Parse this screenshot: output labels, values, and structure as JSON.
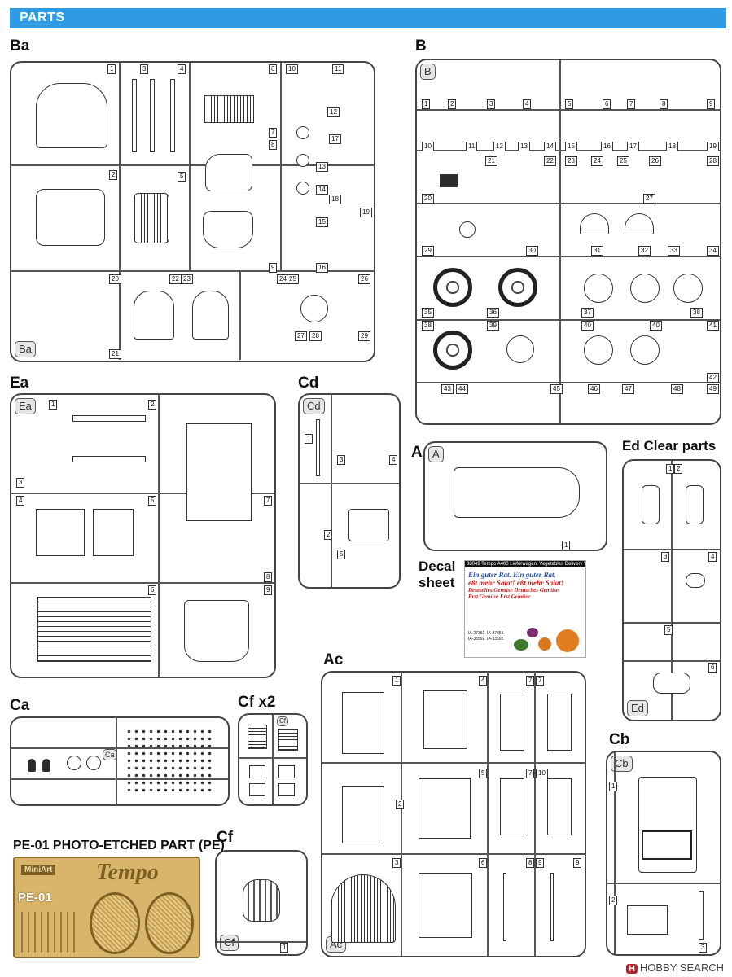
{
  "banner": {
    "title": "PARTS"
  },
  "sprues": {
    "ba": {
      "heading": "Ba",
      "tag": "Ba",
      "numbers": [
        "1",
        "2",
        "3",
        "4",
        "5",
        "6",
        "7",
        "8",
        "9",
        "10",
        "11",
        "12",
        "13",
        "14",
        "15",
        "16",
        "17",
        "18",
        "19",
        "20",
        "21",
        "22",
        "23",
        "24",
        "25",
        "26",
        "27",
        "28",
        "29"
      ]
    },
    "b": {
      "heading": "B",
      "tag": "B",
      "numbers": [
        "1",
        "2",
        "3",
        "4",
        "5",
        "6",
        "7",
        "8",
        "9",
        "10",
        "11",
        "12",
        "13",
        "14",
        "15",
        "16",
        "17",
        "18",
        "19",
        "20",
        "21",
        "22",
        "23",
        "24",
        "25",
        "26",
        "27",
        "28",
        "29",
        "30",
        "31",
        "32",
        "33",
        "34",
        "35",
        "36",
        "37",
        "38",
        "39",
        "40",
        "41",
        "42",
        "43",
        "44",
        "45",
        "46",
        "47",
        "48",
        "49"
      ]
    },
    "ea": {
      "heading": "Ea",
      "tag": "Ea",
      "numbers": [
        "1",
        "2",
        "3",
        "4",
        "5",
        "6",
        "7",
        "8",
        "9"
      ]
    },
    "cd": {
      "heading": "Cd",
      "tag": "Cd",
      "numbers": [
        "1",
        "2",
        "3",
        "4",
        "5"
      ]
    },
    "a": {
      "heading": "A",
      "tag": "A",
      "numbers": [
        "1"
      ]
    },
    "ed": {
      "heading": "Ed  Clear parts",
      "tag": "Ed",
      "numbers": [
        "1",
        "2",
        "3",
        "4",
        "5",
        "6"
      ]
    },
    "ca": {
      "heading": "Ca",
      "tag": "Ca"
    },
    "cf_x2": {
      "heading": "Cf x2",
      "tag": "Cf"
    },
    "cf": {
      "heading": "Cf",
      "tag": "Cf",
      "numbers": [
        "1"
      ]
    },
    "ac": {
      "heading": "Ac",
      "tag": "Ac",
      "numbers": [
        "1",
        "2",
        "3",
        "4",
        "5",
        "6",
        "7",
        "8",
        "9",
        "10"
      ]
    },
    "cb": {
      "heading": "Cb",
      "tag": "Cb",
      "numbers": [
        "1",
        "2",
        "3"
      ]
    }
  },
  "decal": {
    "heading_line1": "Decal",
    "heading_line2": "sheet",
    "header_text": "38049 Tempo A400 Lieferwagen. Vegetables Delivery Van",
    "lines": [
      "Ein guter Rat.  Ein guter Rat.",
      "eßt mehr Salat!  eßt mehr Salat!",
      "Deutsches Gemüse  Deutsches Gemüse",
      "Erst Gemüse  Erst Gemüse"
    ],
    "plates": [
      "IA-27351",
      "IA-27351",
      "IA-33592",
      "IA-33592"
    ]
  },
  "pe": {
    "heading": "PE-01  PHOTO-ETCHED PART (PE)",
    "brand": "MiniArt",
    "logo": "Tempo",
    "fret_label": "PE-01"
  },
  "watermark": {
    "badge": "H",
    "text": "HOBBY SEARCH"
  },
  "colors": {
    "banner": "#2e9be3",
    "frame": "#444444",
    "pe_brass": "#d8b56a"
  }
}
